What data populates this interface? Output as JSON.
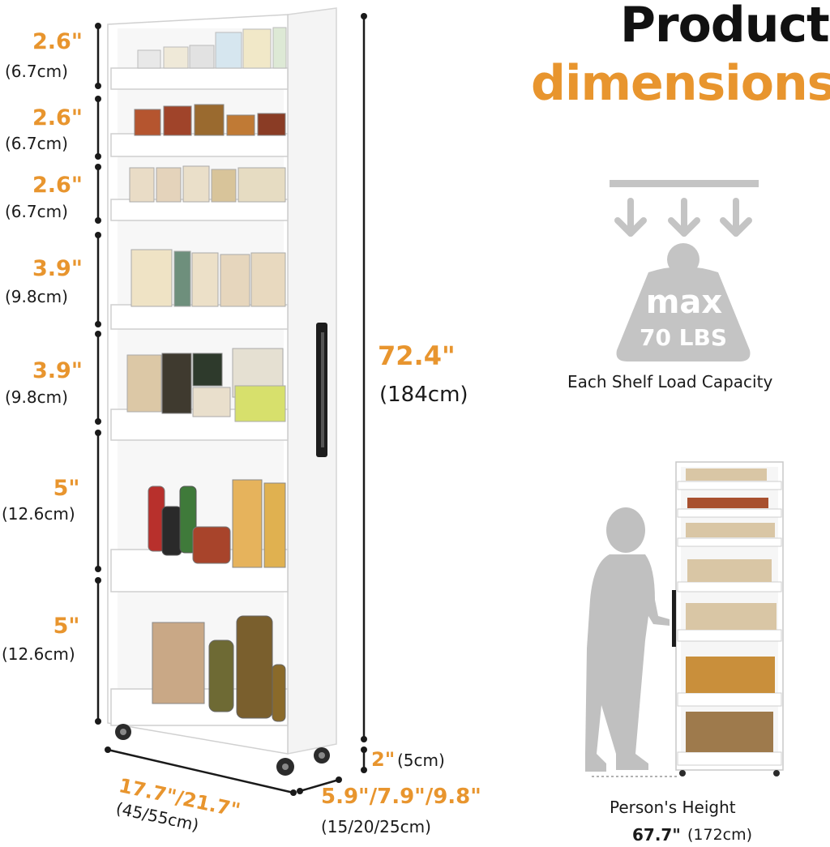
{
  "title": {
    "line1": "Product",
    "line2": "dimensions"
  },
  "shelves": [
    {
      "in": "2.6\"",
      "cm": "(6.7cm)"
    },
    {
      "in": "2.6\"",
      "cm": "(6.7cm)"
    },
    {
      "in": "2.6\"",
      "cm": "(6.7cm)"
    },
    {
      "in": "3.9\"",
      "cm": "(9.8cm)"
    },
    {
      "in": "3.9\"",
      "cm": "(9.8cm)"
    },
    {
      "in": "5\"",
      "cm": "(12.6cm)"
    },
    {
      "in": "5\"",
      "cm": "(12.6cm)"
    }
  ],
  "total_height": {
    "in": "72.4\"",
    "cm": "(184cm)"
  },
  "wheel_height": {
    "in": "2\"",
    "cm": "(5cm)"
  },
  "width": {
    "in": "17.7\"/21.7\"",
    "cm": "(45/55cm)"
  },
  "depth": {
    "in": "5.9\"/7.9\"/9.8\"",
    "cm": "(15/20/25cm)"
  },
  "load": {
    "max": "max",
    "weight": "70 LBS",
    "caption": "Each Shelf Load Capacity"
  },
  "person": {
    "caption": "Person's Height",
    "in": "67.7\"",
    "cm": "(172cm)"
  },
  "colors": {
    "accent": "#E8952E",
    "text": "#111111",
    "gray": "#c4c4c4",
    "cabinet": "#ffffff"
  }
}
